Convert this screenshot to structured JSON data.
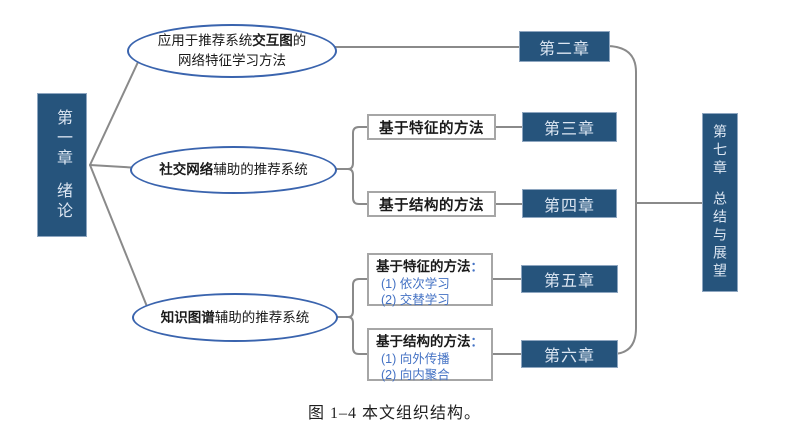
{
  "figure": {
    "caption": "图 1–4 本文组织结构。"
  },
  "colors": {
    "chapter_box_fill": "#26547C",
    "chapter_box_text": "#DCE6F2",
    "ellipse_border": "#3A64AE",
    "method_box_border": "#A6A6A6",
    "sub_item_blue": "#4472C4",
    "connector_gray": "#8A8A8A"
  },
  "nodes": {
    "chapter1": {
      "title": "第一章",
      "subtitle": "绪论"
    },
    "ellipse_interaction": {
      "line1_pre": "应用于推荐系统",
      "line1_bold": "交互图",
      "line1_post": "的",
      "line2": "网络特征学习方法"
    },
    "ellipse_social": {
      "bold": "社交网络",
      "rest": "辅助的推荐系统"
    },
    "ellipse_knowledge": {
      "bold": "知识图谱",
      "rest": "辅助的推荐系统"
    },
    "feature_method": {
      "label": "基于特征的方法"
    },
    "structure_method": {
      "label": "基于结构的方法"
    },
    "kg_feature_method": {
      "title": "基于特征的方法",
      "colon": "：",
      "item1": "(1) 依次学习",
      "item2": "(2) 交替学习"
    },
    "kg_structure_method": {
      "title": "基于结构的方法",
      "colon": "：",
      "item1": "(1) 向外传播",
      "item2": "(2) 向内聚合"
    },
    "chapter2": {
      "label": "第二章"
    },
    "chapter3": {
      "label": "第三章"
    },
    "chapter4": {
      "label": "第四章"
    },
    "chapter5": {
      "label": "第五章"
    },
    "chapter6": {
      "label": "第六章"
    },
    "chapter7": {
      "title": "第七章",
      "subtitle": "总结与展望"
    }
  }
}
